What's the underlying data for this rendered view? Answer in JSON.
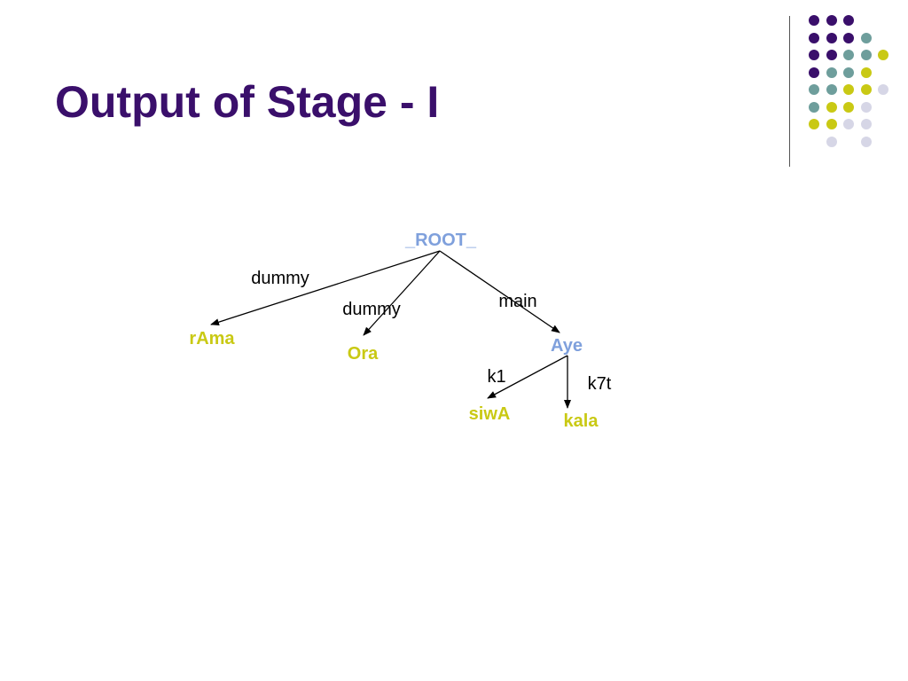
{
  "slide": {
    "title": "Output of Stage - I"
  },
  "colors": {
    "title": "#3a0f6b",
    "purple": "#3a0f6b",
    "teal": "#6e9e9c",
    "yellow": "#c9c914",
    "lavender": "#d6d6e6",
    "root_node": "#7fa0dc",
    "verb_node": "#7fa0dc",
    "leaf_node": "#c9c914",
    "edge": "#000000"
  },
  "tree": {
    "nodes": [
      {
        "id": "root",
        "label": "_ROOT_",
        "color": "#7fa0dc"
      },
      {
        "id": "rama",
        "label": "rAma",
        "color": "#c9c914"
      },
      {
        "id": "ora",
        "label": "Ora",
        "color": "#c9c914"
      },
      {
        "id": "aye",
        "label": "Aye",
        "color": "#7fa0dc"
      },
      {
        "id": "siwa",
        "label": "siwA",
        "color": "#c9c914"
      },
      {
        "id": "kala",
        "label": "kala",
        "color": "#c9c914"
      }
    ],
    "edges": [
      {
        "from": "root",
        "to": "rama",
        "label": "dummy"
      },
      {
        "from": "root",
        "to": "ora",
        "label": "dummy"
      },
      {
        "from": "root",
        "to": "aye",
        "label": "main"
      },
      {
        "from": "aye",
        "to": "siwa",
        "label": "k1"
      },
      {
        "from": "aye",
        "to": "kala",
        "label": "k7t"
      }
    ]
  },
  "decoration": {
    "dot_grid": [
      [
        "purple",
        "purple",
        "purple",
        null,
        null
      ],
      [
        "purple",
        "purple",
        "purple",
        "teal",
        null
      ],
      [
        "purple",
        "purple",
        "teal",
        "teal",
        "yellow"
      ],
      [
        "purple",
        "teal",
        "teal",
        "yellow",
        null
      ],
      [
        "teal",
        "teal",
        "yellow",
        "yellow",
        "lavender"
      ],
      [
        "teal",
        "yellow",
        "yellow",
        "lavender",
        null
      ],
      [
        "yellow",
        "yellow",
        "lavender",
        "lavender",
        null
      ],
      [
        null,
        "lavender",
        null,
        "lavender",
        null
      ]
    ]
  }
}
